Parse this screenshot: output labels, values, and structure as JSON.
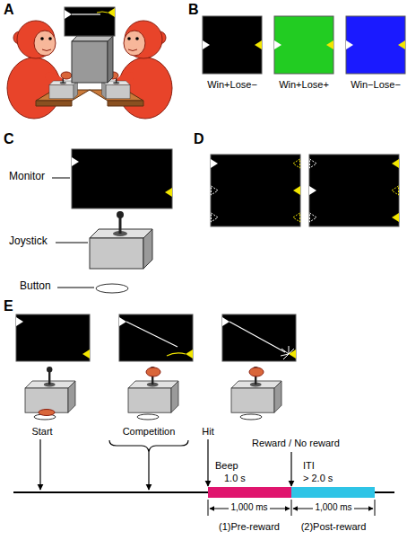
{
  "diagram": {
    "labels": [
      "A",
      "B",
      "Win+Lose−",
      "Win+Lose+",
      "Win−Lose−",
      "C",
      "Monitor",
      "Joystick",
      "Button",
      "D",
      "E",
      "Start",
      "Competition",
      "Hit",
      "Reward / No reward",
      "Beep",
      "1.0 s",
      "ITI",
      "> 2.0 s",
      "1,000 ms",
      "1,000 ms",
      "(1)Pre-reward",
      "(2)Post-reward"
    ]
  }
}
